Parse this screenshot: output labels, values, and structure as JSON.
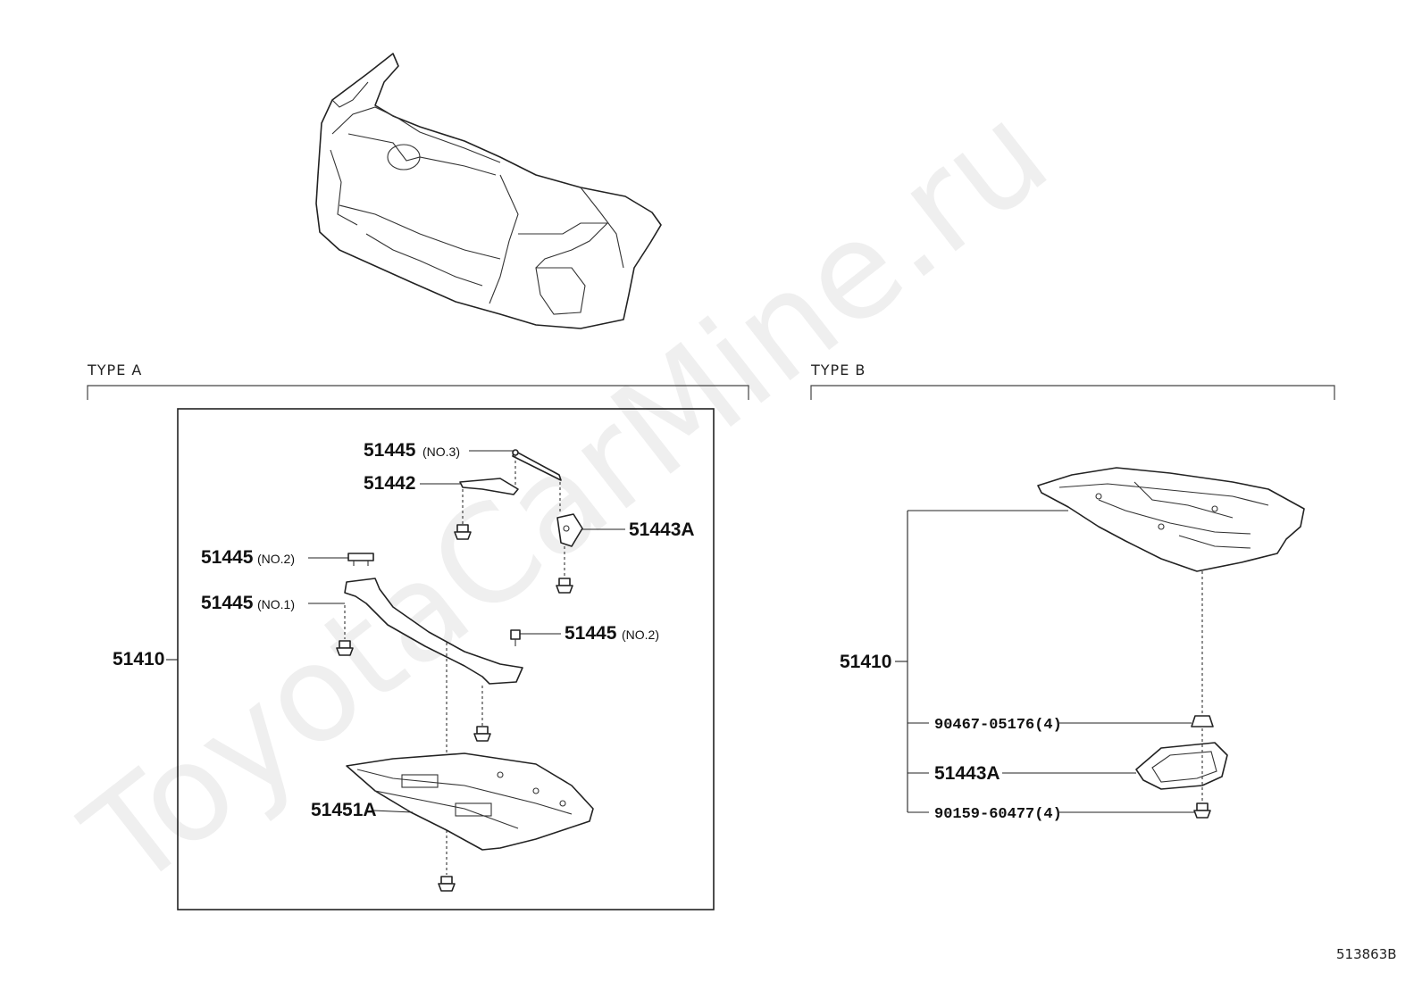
{
  "watermark": "ToyotaCarMine.ru",
  "figure_id": "513863B",
  "type_a": {
    "heading": "TYPE A",
    "assembly": "51410",
    "labels": {
      "p51445_no3": "51445",
      "p51445_no3_q": "(NO.3)",
      "p51442": "51442",
      "p51443a": "51443A",
      "p51445_no2_top": "51445",
      "p51445_no2_top_q": "(NO.2)",
      "p51445_no1": "51445",
      "p51445_no1_q": "(NO.1)",
      "p51445_no2_right": "51445",
      "p51445_no2_right_q": "(NO.2)",
      "p51451a": "51451A"
    }
  },
  "type_b": {
    "heading": "TYPE B",
    "assembly": "51410",
    "labels": {
      "p90467": "90467-05176(4)",
      "p51443a": "51443A",
      "p90159": "90159-60477(4)"
    }
  }
}
